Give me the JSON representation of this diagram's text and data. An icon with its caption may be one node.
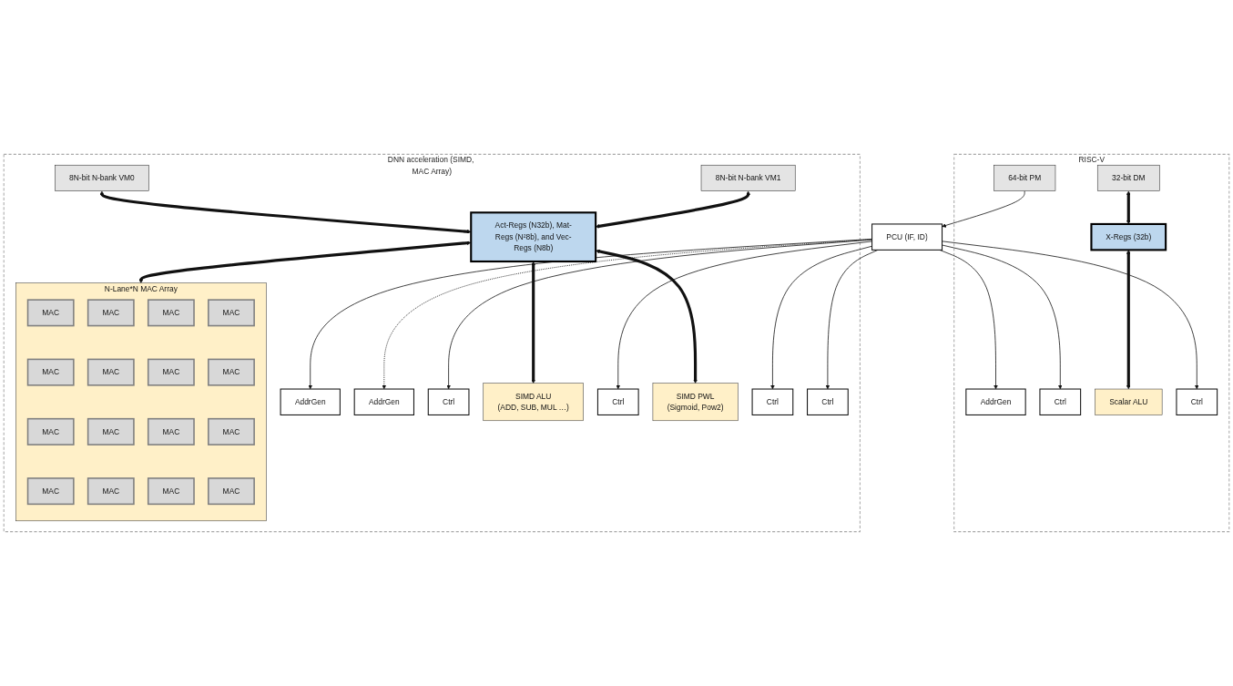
{
  "diagram": {
    "nodes": [
      {
        "text": [
          "RISC-V"
        ]
      },
      {
        "text": [
          "32-bit DM"
        ],
        "in": 0
      },
      {
        "text": [
          "AddrGen"
        ],
        "in": 0
      },
      {
        "text": [
          "X-Regs (32b)"
        ],
        "in": 0
      },
      {
        "text": [
          "Ctrl"
        ],
        "in": 0
      },
      {
        "text": [
          "Scalar ALU"
        ],
        "in": 0
      },
      {
        "text": [
          "Ctrl"
        ],
        "in": 0
      },
      {
        "text": [
          "64-bit PM"
        ],
        "in": 0
      },
      {
        "text": [
          "PCU (IF, ID)"
        ]
      },
      {
        "text": [
          "DNN acceleration (SIMD, MAC Array)"
        ]
      },
      {
        "text": [
          "8N-bit N-bank VM0"
        ],
        "in": 9
      },
      {
        "text": [
          "AddrGen"
        ],
        "in": 9
      },
      {
        "text": [
          "8N-bit N-bank VM1"
        ],
        "in": 9
      },
      {
        "text": [
          "AddrGen"
        ],
        "in": 9
      },
      {
        "text": [
          "Act-Regs (N32b), Mat-Regs (N²8b), and Vec-Regs (N8b)"
        ],
        "in": 9
      },
      {
        "text": [
          "Ctrl"
        ],
        "in": 9
      },
      {
        "text": [
          "SIMD ALU",
          "(ADD, SUB, MUL …)"
        ],
        "in": 9
      },
      {
        "text": [
          "Ctrl"
        ],
        "in": 9
      },
      {
        "text": [
          "SIMD PWL",
          "(Sigmoid, Pow2)"
        ],
        "in": 9
      },
      {
        "text": [
          "Ctrl"
        ],
        "in": 9
      },
      {
        "text": [
          "N-Lane*N MAC Array"
        ],
        "in": 9
      },
      {
        "text": [
          "MAC"
        ],
        "in": 20
      },
      {
        "text": [
          "MAC"
        ],
        "in": 20
      },
      {
        "text": [
          "MAC"
        ],
        "in": 20
      },
      {
        "text": [
          "MAC"
        ],
        "in": 20
      },
      {
        "text": [
          "MAC"
        ],
        "in": 20
      },
      {
        "text": [
          "MAC"
        ],
        "in": 20
      },
      {
        "text": [
          "MAC"
        ],
        "in": 20
      },
      {
        "text": [
          "MAC"
        ],
        "in": 20
      },
      {
        "text": [
          "MAC"
        ],
        "in": 20
      },
      {
        "text": [
          "MAC"
        ],
        "in": 20
      },
      {
        "text": [
          "MAC"
        ],
        "in": 20
      },
      {
        "text": [
          "MAC"
        ],
        "in": 20
      },
      {
        "text": [
          "MAC"
        ],
        "in": 20
      },
      {
        "text": [
          "MAC"
        ],
        "in": 20
      },
      {
        "text": [
          "MAC"
        ],
        "in": 20
      },
      {
        "text": [
          "MAC"
        ],
        "in": 20
      },
      {
        "text": [
          "Ctrl"
        ],
        "in": 9
      }
    ],
    "edges": [
      {
        "from": 1,
        "to": 3,
        "arrow": "both",
        "style": "thick"
      },
      {
        "from": 3,
        "to": 5,
        "arrow": "both",
        "style": "thick"
      },
      {
        "from": 10,
        "to": 14,
        "arrow": "both",
        "style": "thick"
      },
      {
        "from": 12,
        "to": 14,
        "arrow": "both",
        "style": "thick"
      },
      {
        "from": 14,
        "to": 16,
        "arrow": "both",
        "style": "thick"
      },
      {
        "from": 14,
        "to": 18,
        "arrow": "both",
        "style": "thick"
      },
      {
        "from": 14,
        "to": 20,
        "arrow": "both",
        "style": "thick"
      },
      {
        "from": 7,
        "to": 8,
        "arrow": "to"
      },
      {
        "from": 8,
        "to": 2,
        "arrow": "to"
      },
      {
        "from": 8,
        "to": 11,
        "arrow": "to"
      },
      {
        "from": 8,
        "to": 13,
        "arrow": "to",
        "style": "dashed"
      },
      {
        "from": 8,
        "to": 4,
        "arrow": "to"
      },
      {
        "from": 8,
        "to": 15,
        "arrow": "to"
      },
      {
        "from": 8,
        "to": 6,
        "arrow": "to"
      },
      {
        "from": 8,
        "to": 17,
        "arrow": "to"
      },
      {
        "from": 8,
        "to": 19,
        "arrow": "to"
      },
      {
        "from": 8,
        "to": 37,
        "arrow": "to"
      }
    ]
  }
}
